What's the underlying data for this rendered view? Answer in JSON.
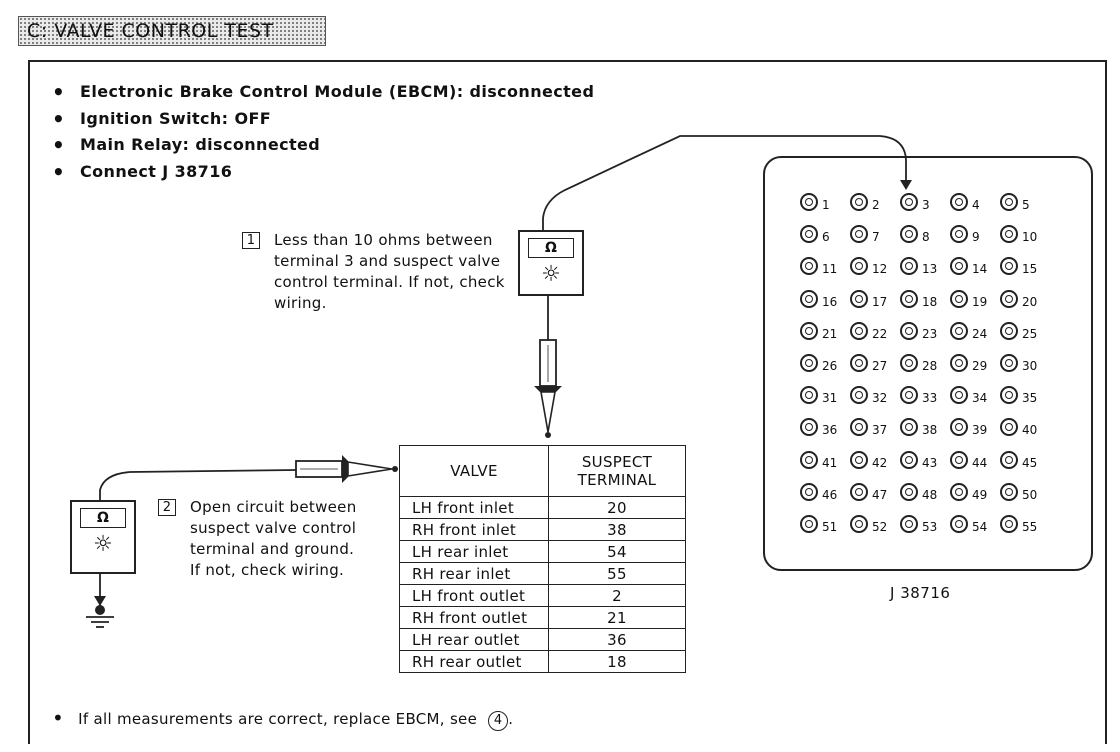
{
  "title": "C: VALVE CONTROL TEST",
  "bullets": [
    "Electronic Brake Control Module (EBCM): disconnected",
    "Ignition Switch: OFF",
    "Main Relay: disconnected",
    "Connect J 38716"
  ],
  "step1": {
    "num": "1",
    "lines": [
      "Less than 10 ohms between",
      "terminal 3 and suspect valve",
      "control terminal. If not, check",
      "wiring."
    ]
  },
  "step2": {
    "num": "2",
    "lines": [
      "Open circuit between",
      "suspect valve control",
      "terminal and ground.",
      "If not, check wiring."
    ]
  },
  "meter": {
    "display": "Ω",
    "lamp": "☼"
  },
  "table": {
    "col1": "VALVE",
    "col2_line1": "SUSPECT",
    "col2_line2": "TERMINAL",
    "rows": [
      {
        "valve": "LH front inlet",
        "terminal": "20"
      },
      {
        "valve": "RH front inlet",
        "terminal": "38"
      },
      {
        "valve": "LH rear inlet",
        "terminal": "54"
      },
      {
        "valve": "RH rear inlet",
        "terminal": "55"
      },
      {
        "valve": "LH front outlet",
        "terminal": "2"
      },
      {
        "valve": "RH front outlet",
        "terminal": "21"
      },
      {
        "valve": "LH rear outlet",
        "terminal": "36"
      },
      {
        "valve": "RH rear outlet",
        "terminal": "18"
      }
    ]
  },
  "connector": {
    "label": "J 38716",
    "pins": [
      "1",
      "2",
      "3",
      "4",
      "5",
      "6",
      "7",
      "8",
      "9",
      "10",
      "11",
      "12",
      "13",
      "14",
      "15",
      "16",
      "17",
      "18",
      "19",
      "20",
      "21",
      "22",
      "23",
      "24",
      "25",
      "26",
      "27",
      "28",
      "29",
      "30",
      "31",
      "32",
      "33",
      "34",
      "35",
      "36",
      "37",
      "38",
      "39",
      "40",
      "41",
      "42",
      "43",
      "44",
      "45",
      "46",
      "47",
      "48",
      "49",
      "50",
      "51",
      "52",
      "53",
      "54",
      "55"
    ]
  },
  "footer": {
    "text": "If all measurements are correct, replace EBCM, see",
    "ref": "4",
    "period": "."
  }
}
